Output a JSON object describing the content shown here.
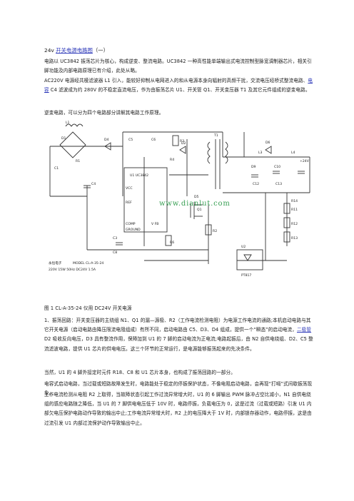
{
  "doc": {
    "title_prefix": "24v ",
    "title_link": "开关电源电路图",
    "title_suffix": "（一）",
    "p1": "电路以 UC3842 振荡芯片为核心，构成逆变、整流电路。UC3842 一种高性能单端输出式电流控制型脉宽调制器芯片，相关引脚功能及内部电路原理已有介绍，此处从略。",
    "p2_a": "AC220V 电源经共模滤波器 L1 引入，能较好抑制从电网进入的和从电源本身向辐射的高频干扰，交流电压经桥式整流电路、",
    "p2_link": "电容",
    "p2_b": " C4 滤波成为约 280V 的不稳定直流电压，作为由振荡芯片 U1、开关管 Q1、开关变压器 T1 及其它元件组成的逆变电路。",
    "p3": "逆变电路，可以分为四个电路部分讲解其电路工作原理。",
    "p4": "图 1 CL-A-35-24 仪用 DC24V 开关电源",
    "p5_a": "1、振荡回路：开关变压器的主绕组 N1、Q1 的漏—源极、R2（工作电流检测电阻）为电源工作电流的通路;本机启动电路与其它开关电源（启动电路由降压限流电阻组成）有所不同，启动电路由 C5、D3、D4 组成，提供一个“瞬态”的启动电流，",
    "p5_link": "二极管",
    "p5_b": " D2 吸收反向电压，D3 具有整流作用，保障加到 U1 的 7 脚的启动电流为正电流;电路起振后，由 N2 自供电绕组、D2、C5 整流滤波电路，提供 U1 芯片的供电电压。这三个环节的正常运行，是电源能够振荡起来的先决条件。",
    "p6": "当然，U1 的 4 脚外接定时元件 R18、C8 和 U1 芯片本身，也构成了振荡回路的一部分。",
    "p7": "电容式启动电路，当过载或短路故障发生时，电路能处于稳定的停振保护状态，不像电阻启动电路，会再现“打嗝”式间歇振荡现象。",
    "p8": "工作电流检测从电阻 R2 上取得，当故障状态引起工作过流异常增大时，U1 的 6 脚输出 PWM 脉冲占空比减小，N1 自供电绕组的感应电路随之降低，当 U1 的 7 脚供电电压低于 10V 时，电路停振，负载电压为 0，这是过流（过载或短路）引发 U1 内部欠电压保护电路动作导致的输出中止;工作电流异常增大时，R2 上的电压降大于 1V 时，内部锁存器动作，电路停振，这是由过流引发 U1 内部过流保护动作导致输出中止。",
    "schematic": {
      "labels": {
        "l1": "L1",
        "d1": "D1",
        "d4": "D4",
        "d2": "D2",
        "d6": "D6",
        "d5": "D5",
        "d9": "D9",
        "c1": "C1",
        "c4": "C4",
        "c5": "C5",
        "c6": "C6",
        "c3": "C3",
        "c8": "C8",
        "c10": "C10",
        "c12": "C12",
        "c13": "C13",
        "r1": "R1",
        "r2": "R2",
        "r3": "R3",
        "r4": "R4",
        "r6": "R6",
        "r11": "R11",
        "r12": "R12",
        "r13": "R13",
        "r14": "R14",
        "q1": "Q1",
        "u1": "U1 UC3842",
        "u2": "U2",
        "t1": "T1",
        "l3": "L3",
        "l4": "L4",
        "pt": "PT817",
        "vcc": "VCC",
        "ref": "REF",
        "comp": "COMP",
        "ground": "GROUND",
        "fb": "V FB",
        "model": "MODEL CL-A-35-24",
        "rating": "220V 15W 50Hz DC24V 1.5A",
        "vendor": "永恒电子",
        "vout": "+24V"
      },
      "watermark": "www.dianlut.com"
    }
  }
}
